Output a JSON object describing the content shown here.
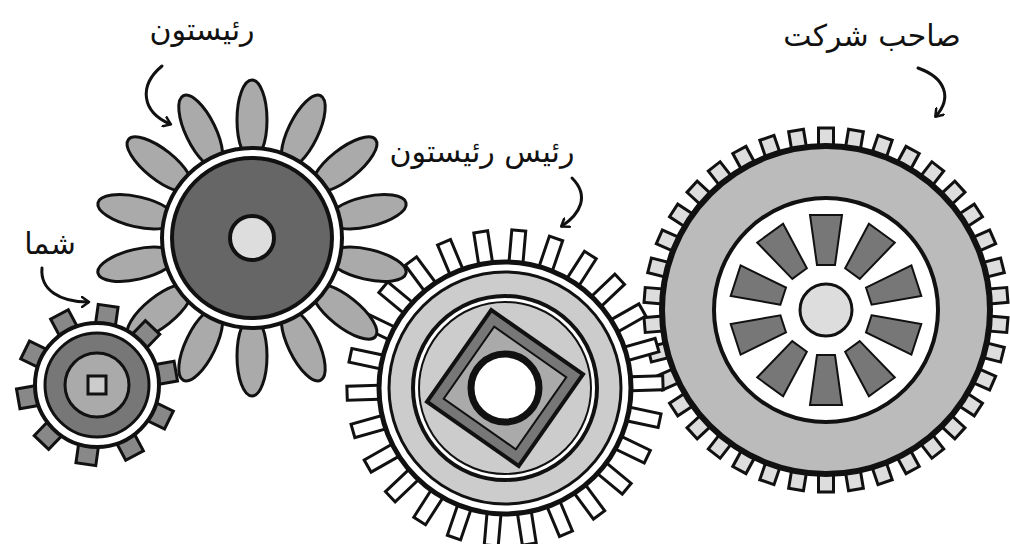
{
  "diagram": {
    "labels": [
      "رئیستون",
      "صاحب شرکت",
      "رئیس رئیستون",
      "شما"
    ]
  }
}
